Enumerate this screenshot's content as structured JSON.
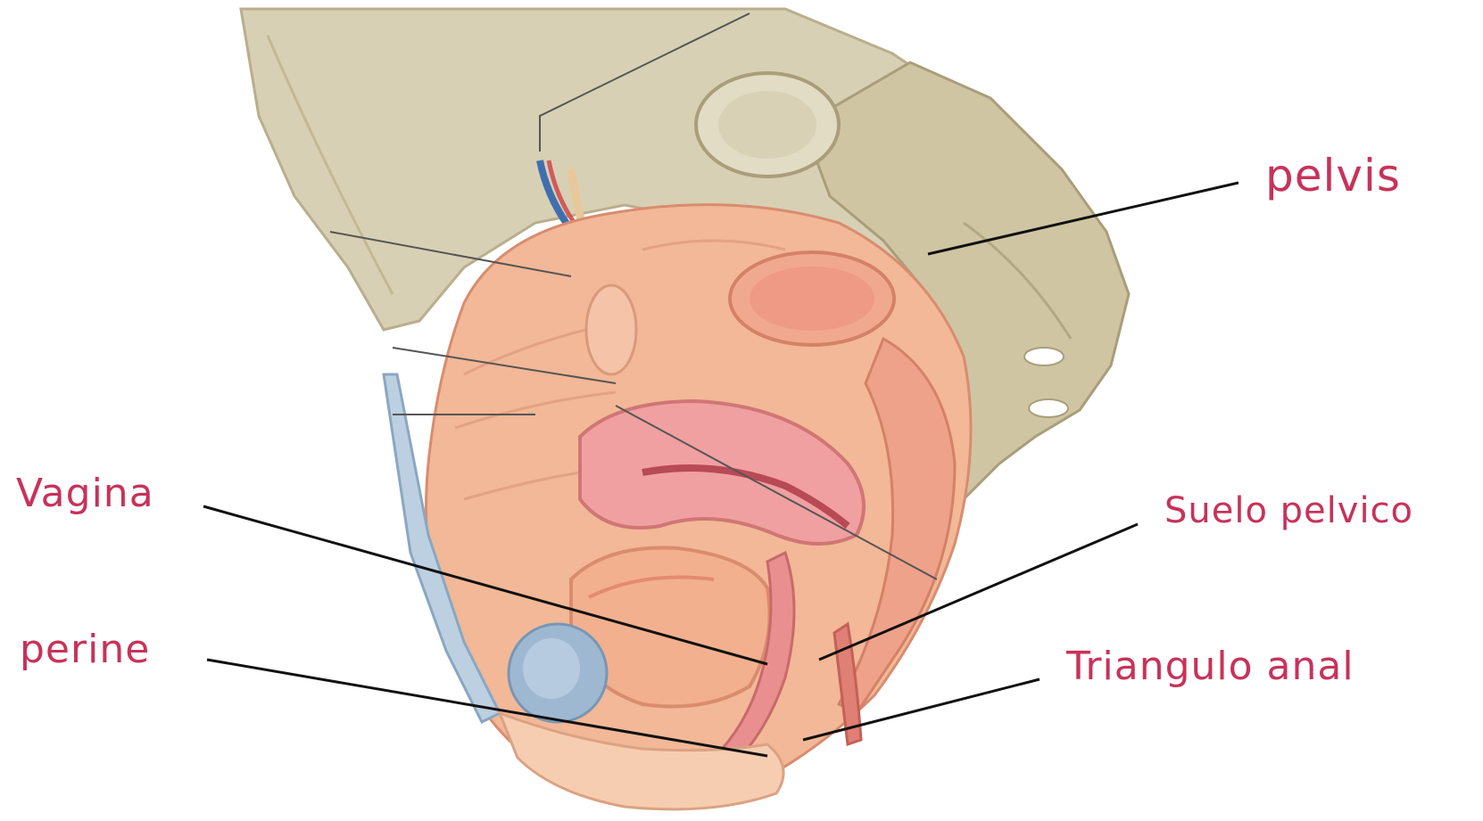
{
  "labels": {
    "pelvis": "pelvis",
    "vagina": "Vagina",
    "suelo_pelvico": "Suelo pelvico",
    "perine": "perine",
    "triangulo_anal": "Triangulo anal"
  },
  "colors": {
    "label_text": "#c8325a",
    "leader_line": "#111111",
    "bone": "#d8d0b4",
    "bone_shadow": "#b9ae8d",
    "muscle": "#f2b897",
    "muscle_dark": "#e7967a",
    "mucosa": "#e98f8f",
    "cartilage": "#9fb8d2"
  }
}
